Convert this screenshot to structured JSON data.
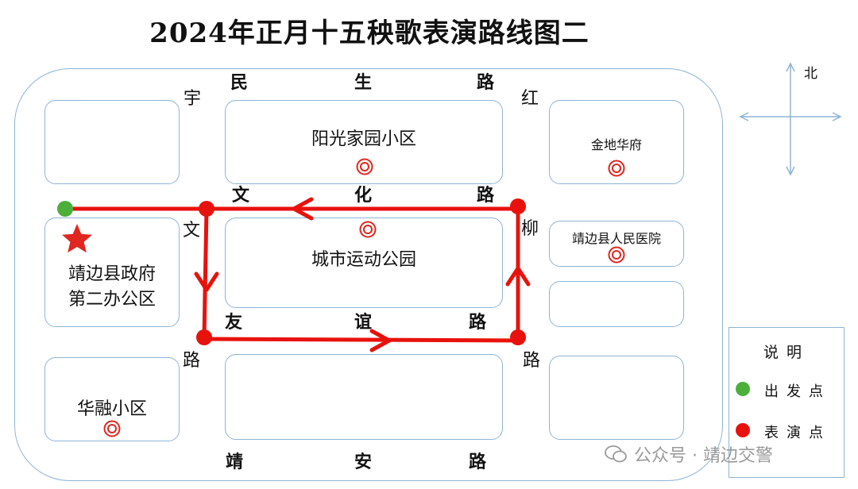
{
  "title": "2024年正月十五秧歌表演路线图二",
  "compass": {
    "north": "北"
  },
  "blocks": {
    "yangguang": "阳光家园小区",
    "chengshi": "城市运动公园",
    "jindi": "金地华府",
    "yiyuan": "靖边县人民医院",
    "zhengfu_line1": "靖边县政府",
    "zhengfu_line2": "第二办公区",
    "huarong": "华融小区"
  },
  "roads": {
    "minsheng": [
      "民",
      "生",
      "路"
    ],
    "wenhua": [
      "文",
      "化",
      "路"
    ],
    "youyi": [
      "友",
      "谊",
      "路"
    ],
    "jingan": [
      "靖",
      "安",
      "路"
    ],
    "yu": "宇",
    "wen_left": "文",
    "lu_left": "路",
    "hong": "红",
    "liu": "柳",
    "lu_right": "路"
  },
  "legend": {
    "title": "说明",
    "start": "出发点",
    "perform": "表演点",
    "start_color": "#4caf3a",
    "perform_color": "#e8120c"
  },
  "route_color": "#e8120c",
  "target_color": "#e0261e",
  "watermark": "公众号 · 靖边交警"
}
